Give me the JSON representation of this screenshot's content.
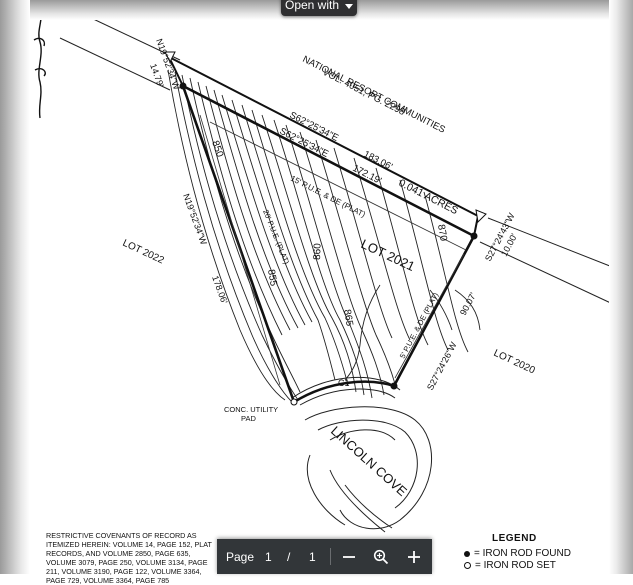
{
  "toolbar": {
    "open_with_label": "Open with"
  },
  "plat": {
    "owner_line1": "NATIONAL RESORT COMMUNITIES",
    "owner_line2": "VOL. 4051, PG. 2298",
    "bearing_top_outer": "S62°25'34\"E",
    "distance_top_outer": "183.06'",
    "bearing_top_inner": "S62°25'34\"E",
    "distance_top_inner": "172.19'",
    "acreage": "0.041 ACRES",
    "easement_top": "15' P.U.E. & DE (PLAT)",
    "bearing_nw_corner": "N19°52'34\"W",
    "distance_nw_corner": "14.79'",
    "bearing_west": "N19°52'34\"W",
    "distance_west": "178.06'",
    "bearing_east_short": "S27°24'43\"W",
    "distance_east_short": "10.00'",
    "bearing_east": "S27°24'26\"W",
    "distance_east": "90.07'",
    "easement_west": "20' P.U.E. (PLAT)",
    "easement_east": "5' P.U.E. & DE (PLAT)",
    "contour_850": "850",
    "contour_855": "855",
    "contour_860": "860",
    "contour_865": "865",
    "contour_870": "870",
    "lot_west": "LOT 2022",
    "lot_main": "LOT 2021",
    "lot_east": "LOT 2020",
    "street": "LINCOLN COVE",
    "curve_label": "C1",
    "utility_pad_line1": "CONC. UTILITY",
    "utility_pad_line2": "PAD"
  },
  "notes": {
    "covenants": "RESTRICTIVE COVENANTS OF RECORD AS ITEMIZED HEREIN: VOLUME 14, PAGE 152, PLAT RECORDS, AND VOLUME 2850, PAGE 635, VOLUME 3079, PAGE 250, VOLUME 3134, PAGE 211, VOLUME 3190, PAGE 122, VOLUME 3364, PAGE 729, VOLUME 3364, PAGE 785"
  },
  "legend": {
    "title": "LEGEND",
    "items": [
      {
        "label": "= IRON ROD FOUND"
      },
      {
        "label": "= IRON ROD SET"
      }
    ]
  },
  "pager": {
    "page_label": "Page",
    "current_page": "1",
    "separator": "/",
    "total_pages": "1"
  },
  "icons": {
    "zoom_out": "minus-icon",
    "zoom_fit": "magnifier-fit-icon",
    "zoom_in": "plus-icon",
    "dropdown": "caret-down-icon"
  },
  "colors": {
    "pager_bg": "#323639",
    "toolbar_button_bg": "#2f2f31"
  }
}
